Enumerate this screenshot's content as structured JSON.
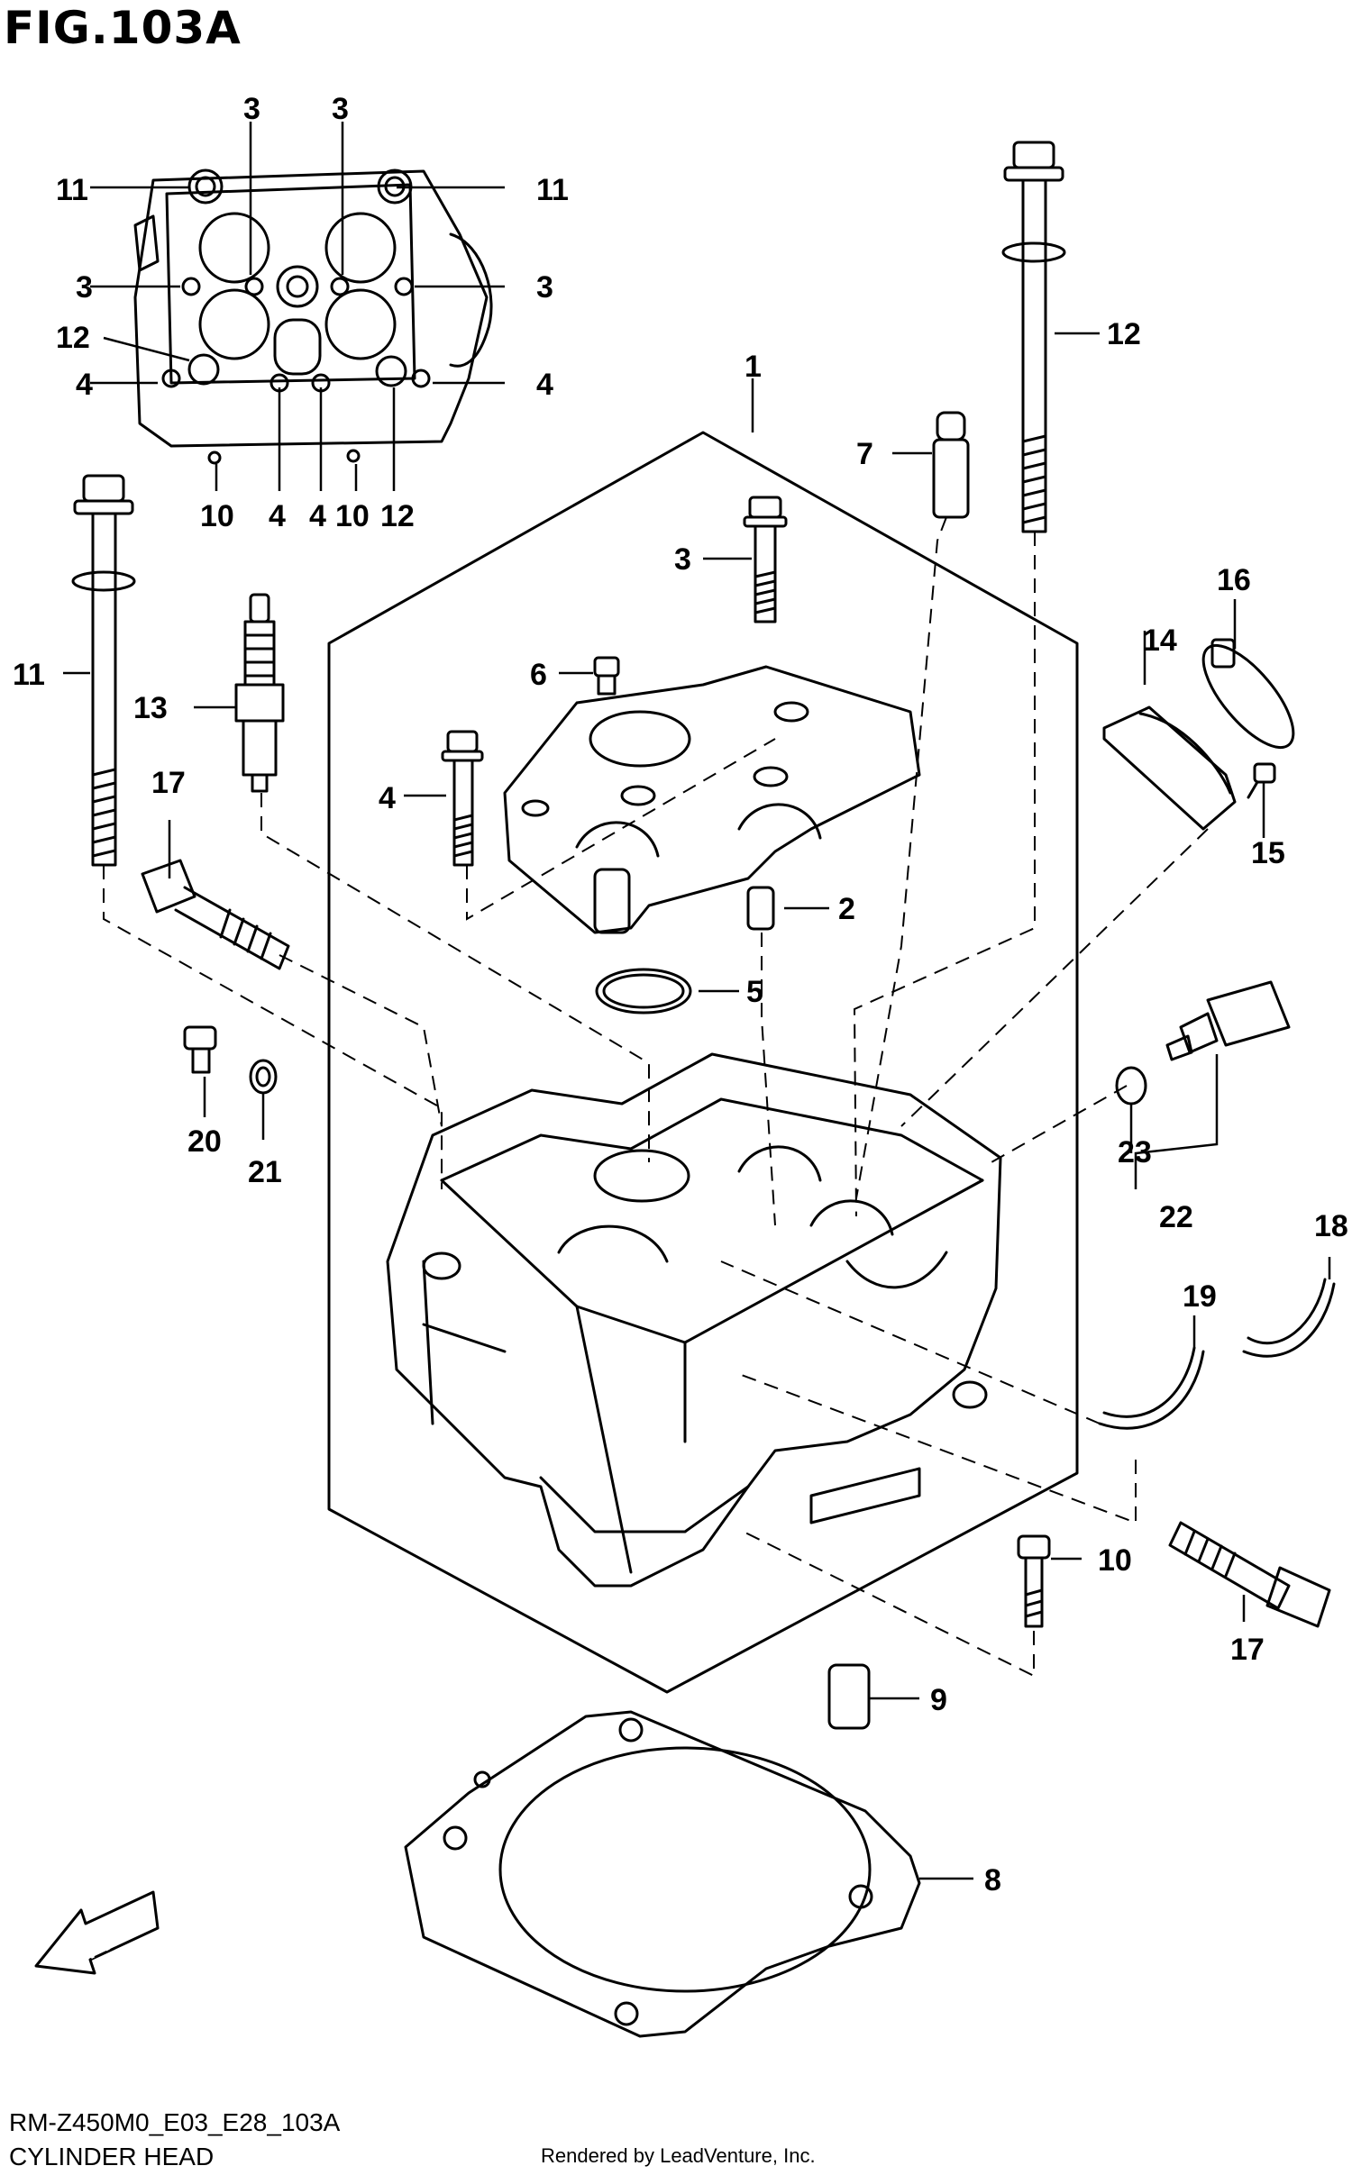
{
  "figure_title": "FIG.103A",
  "footer": {
    "diagram_code": "RM-Z450M0_E03_E28_103A",
    "assembly_name": "CYLINDER HEAD",
    "credit": "Rendered by LeadVenture, Inc."
  },
  "fwd_label": "FWD",
  "callouts": {
    "c1": "1",
    "c2": "2",
    "c3a": "3",
    "c3b": "3",
    "c3c": "3",
    "c3d": "3",
    "c3e": "3",
    "c4a": "4",
    "c4b": "4",
    "c4c": "4",
    "c4d": "4",
    "c4e": "4",
    "c5": "5",
    "c6": "6",
    "c7": "7",
    "c8": "8",
    "c9": "9",
    "c10a": "10",
    "c10b": "10",
    "c10c": "10",
    "c11a": "11",
    "c11b": "11",
    "c11c": "11",
    "c12a": "12",
    "c12b": "12",
    "c12c": "12",
    "c13": "13",
    "c14": "14",
    "c15": "15",
    "c16": "16",
    "c17a": "17",
    "c17b": "17",
    "c18": "18",
    "c19": "19",
    "c20": "20",
    "c21": "21",
    "c22": "22",
    "c23": "23"
  }
}
